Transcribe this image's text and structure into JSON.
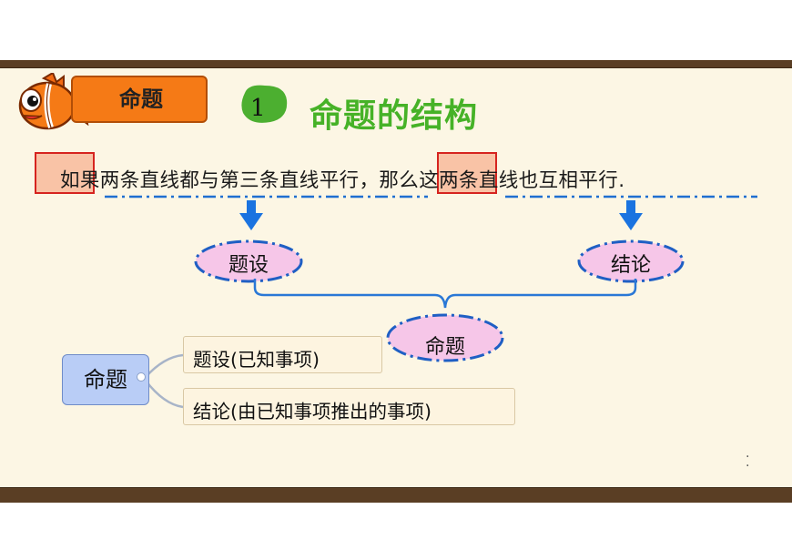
{
  "header": {
    "tag_label": "命题",
    "section_number": "1",
    "title": "命题的结构"
  },
  "sentence": {
    "text": "如果两条直线都与第三条直线平行，那么这两条直线也互相平行."
  },
  "diagram": {
    "hypothesis_label": "题设",
    "conclusion_label": "结论",
    "proposition_label": "命题"
  },
  "mindmap": {
    "root_label": "命题",
    "children": [
      {
        "label": "题设(已知事项)"
      },
      {
        "label": "结论(由已知事项推出的事项)"
      }
    ]
  },
  "colors": {
    "accent_orange": "#f57a16",
    "title_green": "#46b227",
    "arrow_blue": "#1a73e0",
    "dash_blue": "#1f6fd1",
    "ellipse_pink": "#f6c6e8",
    "board": "#fcf6e4",
    "rail_brown": "#5a3e24"
  }
}
